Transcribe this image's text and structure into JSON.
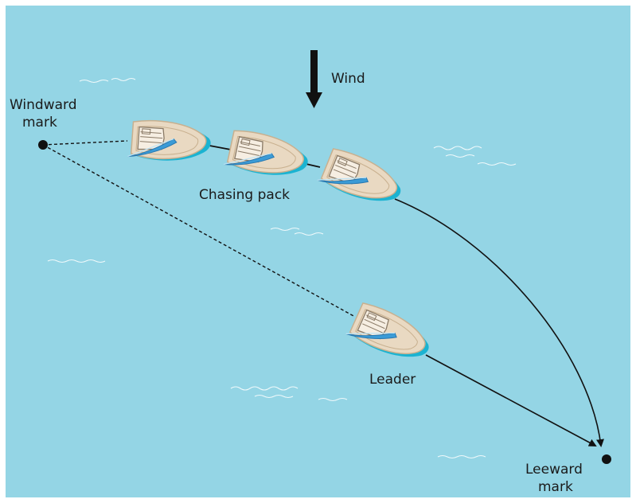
{
  "labels": {
    "wind": "Wind",
    "windward_line1": "Windward",
    "windward_line2": "mark",
    "chasing_pack": "Chasing pack",
    "leader": "Leader",
    "leeward_line1": "Leeward",
    "leeward_line2": "mark"
  },
  "colors": {
    "water": "#94D5E5",
    "hull": "#E9D9C2",
    "hull_edge": "#C8B08F",
    "hull_shade": "#1BB3D1",
    "sail": "#3B9BD6",
    "line": "#111111"
  }
}
